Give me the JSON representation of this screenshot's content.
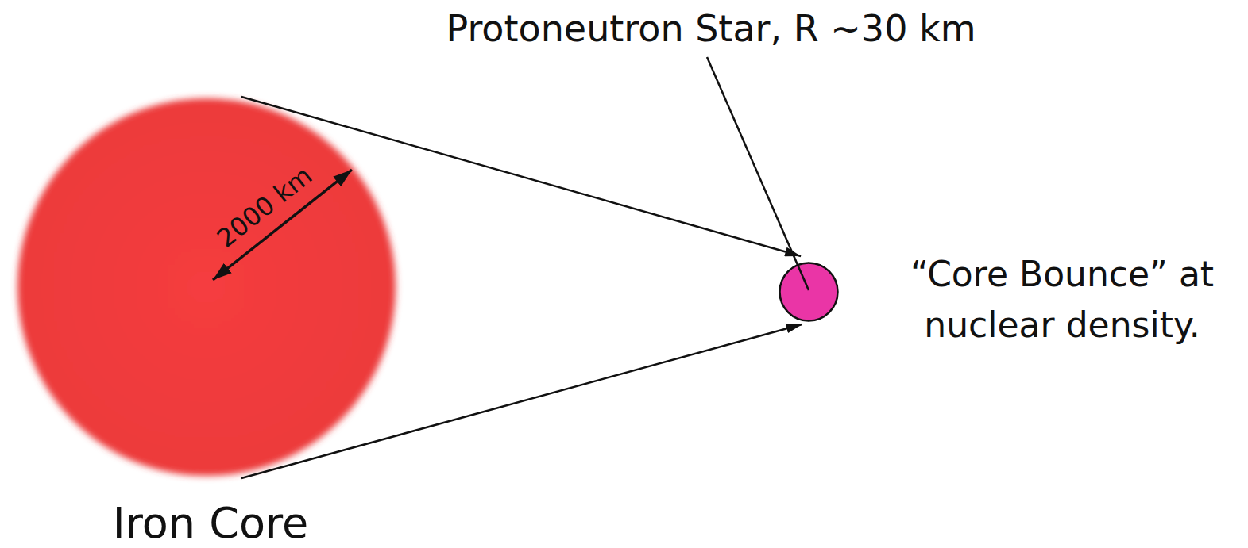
{
  "diagram": {
    "nodes": [
      {
        "text": [
          "Iron Core"
        ]
      },
      {
        "text": [
          "Protoneutron Star, R ~30 km"
        ]
      }
    ],
    "edges": [
      {
        "from": 0,
        "to": 1,
        "arrow": "to"
      },
      {
        "from": 0,
        "to": 1,
        "arrow": "to"
      }
    ],
    "labels": [
      "2000 km",
      "“Core Bounce” at nuclear density."
    ]
  }
}
